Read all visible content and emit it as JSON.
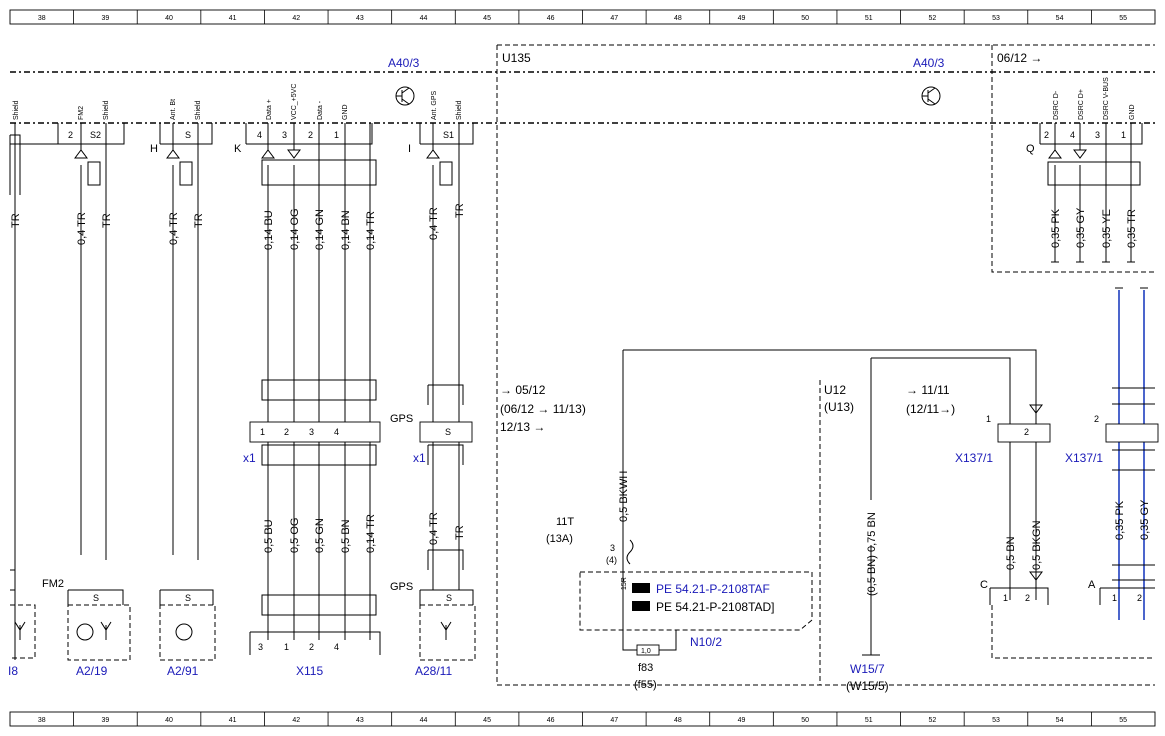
{
  "ruler": {
    "cols": [
      "38",
      "39",
      "40",
      "41",
      "42",
      "43",
      "44",
      "45",
      "46",
      "47",
      "48",
      "49",
      "50",
      "51",
      "52",
      "53",
      "54",
      "55"
    ]
  },
  "refs": {
    "a40_left": "A40/3",
    "a40_right": "A40/3",
    "u135": "U135",
    "ref_0612_top": "06/12 →",
    "u12": "U12",
    "u13": "(U13)",
    "ref_0512": "→ 05/12",
    "ref_0612_1113": "(06/12 → 11/13)",
    "ref_1213": "12/13 →",
    "ref_1111": "→ 11/11",
    "ref_1211": "(12/11→)"
  },
  "pins_top": {
    "shield1": "Shield",
    "fm2": "FM2",
    "shield2": "Shield",
    "ant_bt": "Ant. Bt",
    "shield3": "Shield",
    "data_plus": "Data +",
    "vcc": "VCC_+5VC",
    "data_minus": "Data -",
    "gnd": "GND",
    "ant_gps": "Ant. GPS",
    "shield4": "Shield",
    "dsrc_dm": "DSRC D-",
    "dsrc_dp": "DSRC D+",
    "dsrc_vbus": "DSRC V-BUS",
    "gnd2": "GND"
  },
  "pin_nums": {
    "p2a": "2",
    "s2": "S2",
    "s_h": "S",
    "p4k": "4",
    "p3k": "3",
    "p2k": "2",
    "p1k": "1",
    "s1": "S1",
    "q2": "2",
    "q4": "4",
    "q3": "3",
    "q1": "1"
  },
  "conn_letters": {
    "h": "H",
    "k": "K",
    "i": "I",
    "q": "Q",
    "c": "C",
    "a": "A"
  },
  "wires_top": {
    "tr_left": "TR",
    "fm_a": "0,4 TR",
    "fm_b": "TR",
    "bt_a": "0,4 TR",
    "bt_b": "TR",
    "k1": "0,14 BU",
    "k2": "0,14 OG",
    "k3": "0,14 GN",
    "k4": "0,14 BN",
    "k5": "0,14 TR",
    "gps_a": "0,4 TR",
    "gps_b": "TR",
    "q1": "0,35 PK",
    "q2": "0,35 GY",
    "q3": "0,35 YE",
    "q4": "0,35 TR"
  },
  "wires_bottom": {
    "k1": "0,5 BU",
    "k2": "0,5 OG",
    "k3": "0,5 GN",
    "k4": "0,5 BN",
    "k5": "0,14 TR",
    "gps_a": "0,4 TR",
    "gps_b": "TR",
    "bkwh": "0,5 BKWH",
    "bn": "(0,5 BN) 0,75 BN",
    "x137_a": "0,5 BN",
    "x137_b": "0,5 BKGN",
    "x137_c": "0,35 PK",
    "x137_d": "0,35 GY"
  },
  "x1": {
    "left_label": "x1",
    "right_label": "x1",
    "gps": "GPS",
    "gps2": "GPS",
    "p1": "1",
    "p2": "2",
    "p3": "3",
    "p4": "4",
    "s": "S"
  },
  "x137": {
    "left": "X137/1",
    "right": "X137/1",
    "p1": "1",
    "p2": "2",
    "p2b": "2"
  },
  "bottom_conn": {
    "fm2": "FM2",
    "s_a": "S",
    "s_b": "S",
    "s_c": "S",
    "x115_p3": "3",
    "x115_p1": "1",
    "x115_p2": "2",
    "x115_p4": "4",
    "c1": "1",
    "c2": "2",
    "a1": "1",
    "a2": "2"
  },
  "components": {
    "i8": "I8",
    "a2_19": "A2/19",
    "a2_91": "A2/91",
    "x115": "X115",
    "a28_11": "A28/11",
    "n10_2": "N10/2",
    "w15_7": "W15/7",
    "w15_5": "(W15/5)"
  },
  "fuse": {
    "t11": "11T",
    "t13a": "(13A)",
    "pin3": "3",
    "pin4": "(4)",
    "r15": "15R",
    "val": "1,0",
    "f83": "f83",
    "f55": "(f55)",
    "pe1": "PE 54.21-P-2108TAF",
    "pe2": "PE 54.21-P-2108TAD]"
  }
}
